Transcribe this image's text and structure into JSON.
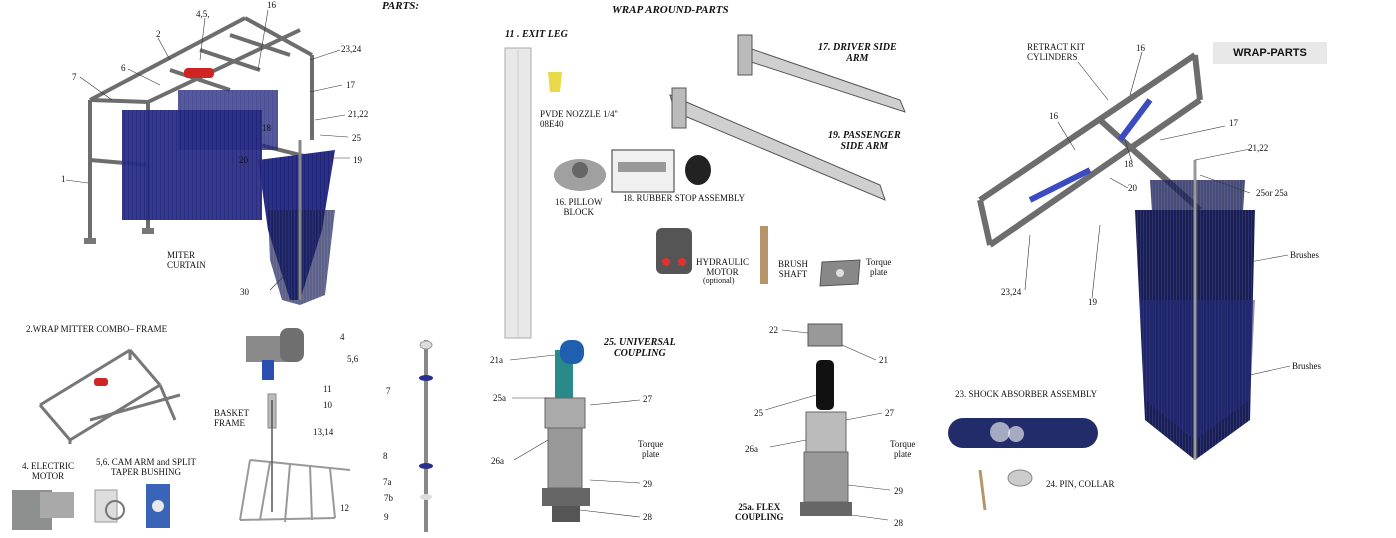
{
  "headers": {
    "parts": "PARTS:",
    "wrap_around": "WRAP AROUND-PARTS",
    "wrap_parts": "WRAP-PARTS"
  },
  "left": {
    "n_4_5": "4,5,",
    "n_16": "16",
    "n_2": "2",
    "n_6": "6",
    "n_7": "7",
    "n_23_24": "23,24",
    "n_17": "17",
    "n_21_22": "21,22",
    "n_18": "18",
    "n_25": "25",
    "n_20": "20",
    "n_19": "19",
    "n_1": "1",
    "n_30": "30",
    "miter": "MITER\nCURTAIN",
    "combo": "2.WRAP MITTER COMBO– FRAME",
    "motor": "4. ELECTRIC\nMOTOR",
    "cam": "5,6. CAM ARM and SPLIT\nTAPER BUSHING",
    "n_4b": "4",
    "n_5_6": "5,6",
    "n_11": "11",
    "n_10": "10",
    "basket": "BASKET\nFRAME",
    "n_13_14": "13,14",
    "n_12": "12",
    "n_7b": "7",
    "n_8": "8",
    "n_7a": "7a",
    "n_7bb": "7b",
    "n_9": "9"
  },
  "middle": {
    "exit_leg": "11 . EXIT LEG",
    "nozzle": "PVDE NOZZLE 1/4''\n08E40",
    "pillow": "16. PILLOW\nBLOCK",
    "rubber": "18. RUBBER STOP ASSEMBLY",
    "driver": "17. DRIVER SIDE\nARM",
    "passenger": "19. PASSENGER\nSIDE ARM",
    "hydraulic": "HYDRAULIC\nMOTOR",
    "optional": "(optional)",
    "brush_shaft": "BRUSH\nSHAFT",
    "torque1": "Torque\nplate",
    "universal": "25. UNIVERSAL\nCOUPLING",
    "n_21a": "21a",
    "n_25a": "25a",
    "n_26a": "26a",
    "n_27": "27",
    "torque2": "Torque\nplate",
    "n_29": "29",
    "n_28": "28",
    "n_22": "22",
    "n_21": "21",
    "n_25": "25",
    "n_26a_b": "26a",
    "n_27b": "27",
    "torque3": "Torque\nplate",
    "n_29b": "29",
    "n_28b": "28",
    "flex": "25a. FLEX\nCOUPLING"
  },
  "right": {
    "retract": "RETRACT KIT\nCYLINDERS",
    "n_16a": "16",
    "n_16b": "16",
    "n_17": "17",
    "n_18": "18",
    "n_20": "20",
    "n_21_22": "21,22",
    "n_25or": "25or 25a",
    "brushes1": "Brushes",
    "n_23_24": "23,24",
    "n_19": "19",
    "brushes2": "Brushes",
    "shock": "23. SHOCK ABSORBER ASSEMBLY",
    "pin": "24. PIN, COLLAR"
  },
  "colors": {
    "frame": "#8c8c8c",
    "blue": "#2a2f8c",
    "motor_red": "#d02424",
    "green": "#3aa55c",
    "nozzle": "#e8d84a"
  }
}
